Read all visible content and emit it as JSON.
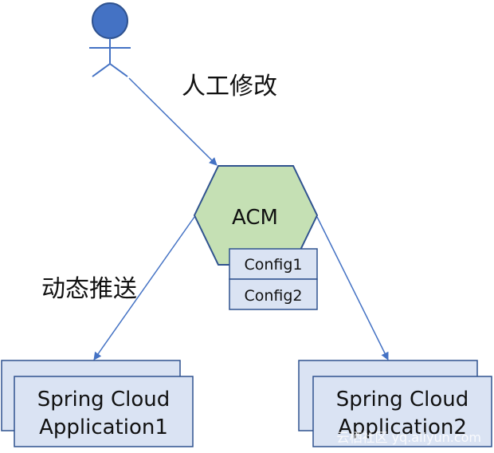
{
  "diagram": {
    "actor_label": "人工修改",
    "push_label": "动态推送",
    "hub_label": "ACM",
    "configs": [
      "Config1",
      "Config2"
    ],
    "apps": [
      {
        "line1": "Spring Cloud",
        "line2": "Application1"
      },
      {
        "line1": "Spring Cloud",
        "line2": "Application2"
      }
    ],
    "watermark": "云栖社区 yq.aliyun.com"
  },
  "colors": {
    "actor_fill": "#4472c4",
    "actor_stroke": "#2f528f",
    "line": "#4472c4",
    "hub_fill": "#c5e0b4",
    "hub_stroke": "#2f528f",
    "box_fill": "#dae3f3",
    "box_stroke": "#2f528f"
  }
}
